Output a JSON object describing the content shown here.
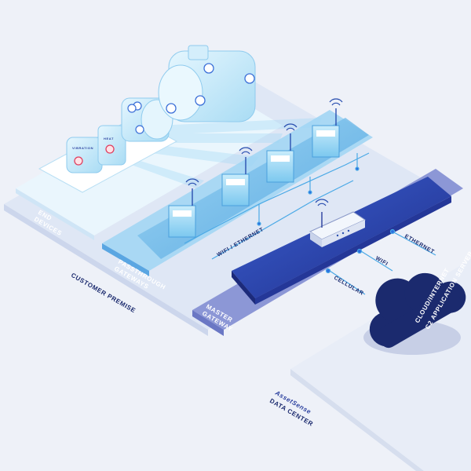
{
  "zones": {
    "end_devices": "END\nDEVICES",
    "passthrough_gateways": "PASSTHROUGH\nGATEWAYS",
    "master_gateway": "MASTER\nGATEWAY",
    "customer_premise": "CUSTOMER PREMISE",
    "brand": "AssetSense",
    "data_center": "DATA CENTER"
  },
  "links": {
    "wifi_ethernet": "WIFI / ETHERNET",
    "ethernet": "ETHERNET",
    "wifi": "WIFI",
    "cellular": "CELLULAR"
  },
  "cloud": {
    "line1": "CLOUD/INTERNET",
    "line2": "C2 APPLICATION SERVER"
  },
  "colors": {
    "background": "#eef1f8",
    "customer_platform": "#e2e9f6",
    "end_devices_platform": "#eaf6fd",
    "passthrough_platform": "#5aa6e2",
    "master_platform": "#6a77c4",
    "master_slab": "#2a3f9e",
    "cloud": "#1b2a6e",
    "cyan": "#3bb6ec"
  }
}
